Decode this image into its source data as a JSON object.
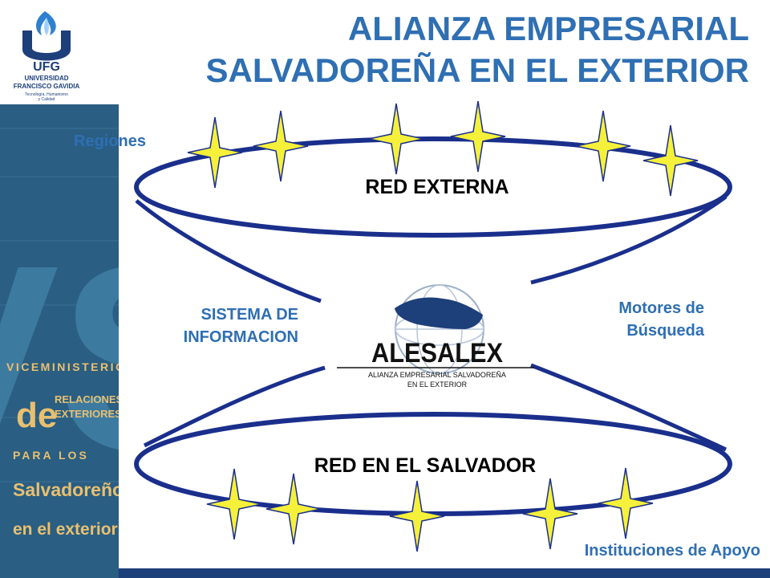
{
  "header": {
    "title_line1": "ALIANZA EMPRESARIAL",
    "title_line2": "SALVADOREÑA EN EL EXTERIOR"
  },
  "logo_ufg": {
    "abbr": "UFG",
    "name_line1": "UNIVERSIDAD",
    "name_line2": "FRANCISCO GAVIDIA",
    "tagline_line1": "Tecnología, Humanismo",
    "tagline_line2": "y Calidad"
  },
  "sidebar": {
    "letters": "VS",
    "line1": "VICEMINISTERIO",
    "line2_de": "de",
    "line2_a": "RELACIONES",
    "line2_b": "EXTERIORES",
    "line3": "PARA LOS",
    "line4": "Salvadoreños",
    "line5": "en el exterior"
  },
  "diagram": {
    "label_regiones": "Regiones",
    "red_externa": "RED EXTERNA",
    "sistema_line1": "SISTEMA DE",
    "sistema_line2": "INFORMACION",
    "motores_line1": "Motores de",
    "motores_line2": "Búsqueda",
    "red_salvador": "RED EN EL SALVADOR",
    "label_instituciones": "Instituciones de Apoyo"
  },
  "center_logo": {
    "name": "ALESALEX",
    "subtitle_line1": "ALIANZA EMPRESARIAL SALVADOREÑA",
    "subtitle_line2": "EN EL EXTERIOR"
  },
  "colors": {
    "title": "#2f6fb3",
    "ring": "#1a2f8c",
    "star_fill": "#f5f03a",
    "sidebar_bg": "#2a5e82",
    "sidebar_gold": "#e8c070"
  },
  "icons": [
    "star-icon",
    "flame-icon",
    "globe-icon"
  ]
}
